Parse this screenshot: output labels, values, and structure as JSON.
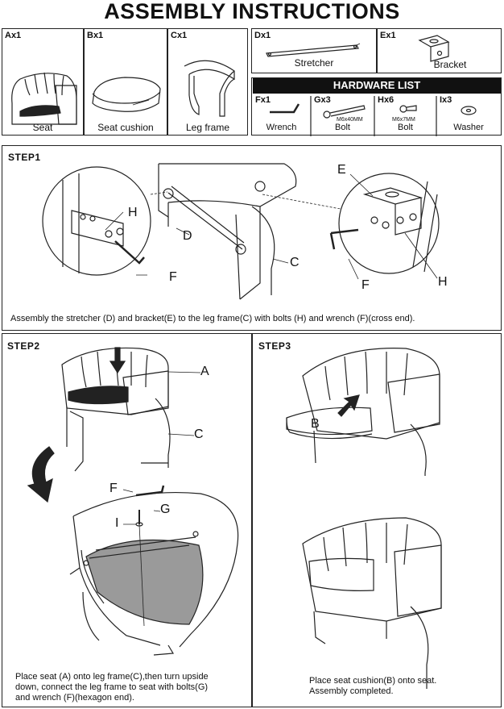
{
  "title": "ASSEMBLY INSTRUCTIONS",
  "parts": [
    {
      "code": "Ax1",
      "name": "Seat"
    },
    {
      "code": "Bx1",
      "name": "Seat cushion"
    },
    {
      "code": "Cx1",
      "name": "Leg frame"
    },
    {
      "code": "Dx1",
      "name": "Stretcher"
    },
    {
      "code": "Ex1",
      "name": "Bracket"
    }
  ],
  "hardware": {
    "header": "HARDWARE LIST",
    "items": [
      {
        "code": "Fx1",
        "name": "Wrench",
        "spec": ""
      },
      {
        "code": "Gx3",
        "name": "Bolt",
        "spec": "M6x40MM"
      },
      {
        "code": "Hx6",
        "name": "Bolt",
        "spec": "M6x7MM"
      },
      {
        "code": "Ix3",
        "name": "Washer",
        "spec": ""
      }
    ]
  },
  "step1": {
    "label": "STEP1",
    "text": "Assembly the stretcher (D) and bracket(E) to the leg frame(C) with bolts (H) and wrench (F)(cross end).",
    "callouts": {
      "h_left": "H",
      "f_left": "F",
      "d": "D",
      "c": "C",
      "e": "E",
      "f_right": "F",
      "h_right": "H"
    }
  },
  "step2": {
    "label": "STEP2",
    "text_lines": [
      "Place seat (A) onto leg frame(C),then turn upside",
      "down, connect the leg frame to seat with bolts(G)",
      "and wrench (F)(hexagon end)."
    ],
    "callouts": {
      "a": "A",
      "c": "C",
      "f": "F",
      "g": "G",
      "i": "I"
    }
  },
  "step3": {
    "label": "STEP3",
    "text_lines": [
      "Place seat cushion(B) onto seat.",
      "Assembly completed."
    ],
    "callouts": {
      "b": "B"
    }
  }
}
